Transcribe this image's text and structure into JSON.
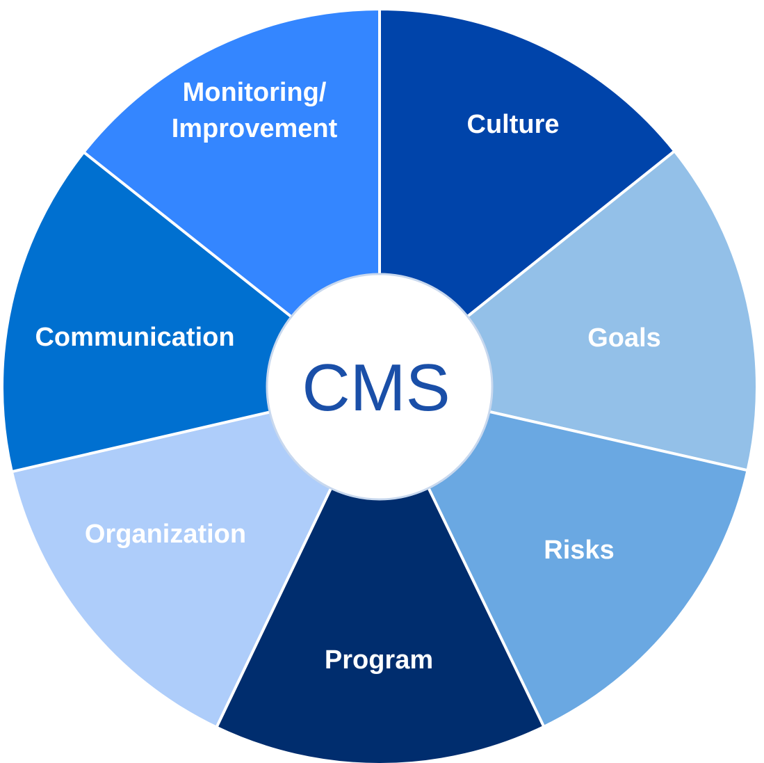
{
  "diagram": {
    "center": {
      "label": "CMS",
      "text_color": "#1a4fa8",
      "fill": "#ffffff"
    },
    "segments": [
      {
        "id": "culture",
        "lines": [
          "Culture"
        ],
        "color": "#0044aa"
      },
      {
        "id": "goals",
        "lines": [
          "Goals"
        ],
        "color": "#93c0e8"
      },
      {
        "id": "risks",
        "lines": [
          "Risks"
        ],
        "color": "#6aa8e2"
      },
      {
        "id": "program",
        "lines": [
          "Program"
        ],
        "color": "#002d6e"
      },
      {
        "id": "organization",
        "lines": [
          "Organization"
        ],
        "color": "#aecdfa"
      },
      {
        "id": "communication",
        "lines": [
          "Communication"
        ],
        "color": "#0070d0"
      },
      {
        "id": "monitoring",
        "lines": [
          "Monitoring/",
          "Improvement"
        ],
        "color": "#3486ff"
      }
    ]
  }
}
